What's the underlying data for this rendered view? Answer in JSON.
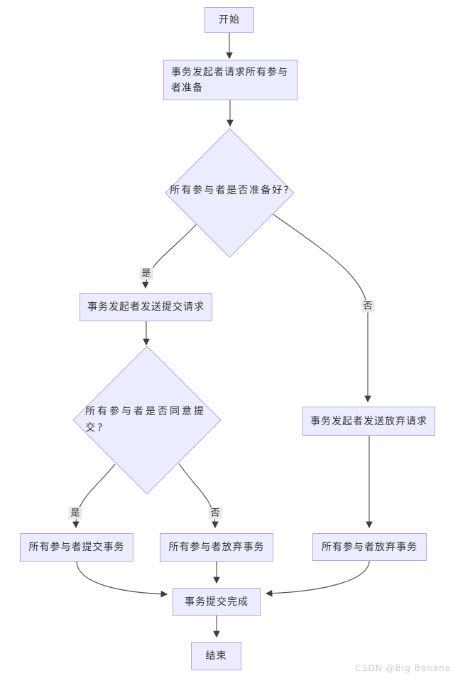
{
  "diagram": {
    "type": "flowchart",
    "nodes": {
      "start": {
        "label": "开始",
        "shape": "rect"
      },
      "prepare_request": {
        "label": "事务发起者请求所有参与者准备",
        "shape": "rect"
      },
      "decision_ready": {
        "label": "所有参与者是否准备好?",
        "shape": "diamond"
      },
      "send_commit": {
        "label": "事务发起者发送提交请求",
        "shape": "rect"
      },
      "decision_agree": {
        "label": "所有参与者是否同意提交?",
        "shape": "diamond"
      },
      "send_abort": {
        "label": "事务发起者发送放弃请求",
        "shape": "rect"
      },
      "all_commit": {
        "label": "所有参与者提交事务",
        "shape": "rect"
      },
      "all_abort_left": {
        "label": "所有参与者放弃事务",
        "shape": "rect"
      },
      "all_abort_right": {
        "label": "所有参与者放弃事务",
        "shape": "rect"
      },
      "done": {
        "label": "事务提交完成",
        "shape": "rect"
      },
      "end": {
        "label": "结束",
        "shape": "rect"
      }
    },
    "edge_labels": {
      "yes1": "是",
      "no1": "否",
      "yes2": "是",
      "no2": "否"
    },
    "edges": [
      {
        "from": "start",
        "to": "prepare_request",
        "label": ""
      },
      {
        "from": "prepare_request",
        "to": "decision_ready",
        "label": ""
      },
      {
        "from": "decision_ready",
        "to": "send_commit",
        "label": "是"
      },
      {
        "from": "decision_ready",
        "to": "send_abort",
        "label": "否"
      },
      {
        "from": "send_commit",
        "to": "decision_agree",
        "label": ""
      },
      {
        "from": "decision_agree",
        "to": "all_commit",
        "label": "是"
      },
      {
        "from": "decision_agree",
        "to": "all_abort_left",
        "label": "否"
      },
      {
        "from": "send_abort",
        "to": "all_abort_right",
        "label": ""
      },
      {
        "from": "all_commit",
        "to": "done",
        "label": ""
      },
      {
        "from": "all_abort_left",
        "to": "done",
        "label": ""
      },
      {
        "from": "all_abort_right",
        "to": "done",
        "label": ""
      },
      {
        "from": "done",
        "to": "end",
        "label": ""
      }
    ],
    "colors": {
      "node_fill": "#ececff",
      "node_border": "#b3a6e3",
      "edge": "#555555",
      "arrow": "#3d3d3d",
      "label_bg": "#e8e8e8",
      "text": "#333333",
      "watermark": "#cccccc"
    }
  },
  "watermark": "CSDN @Big Banana"
}
